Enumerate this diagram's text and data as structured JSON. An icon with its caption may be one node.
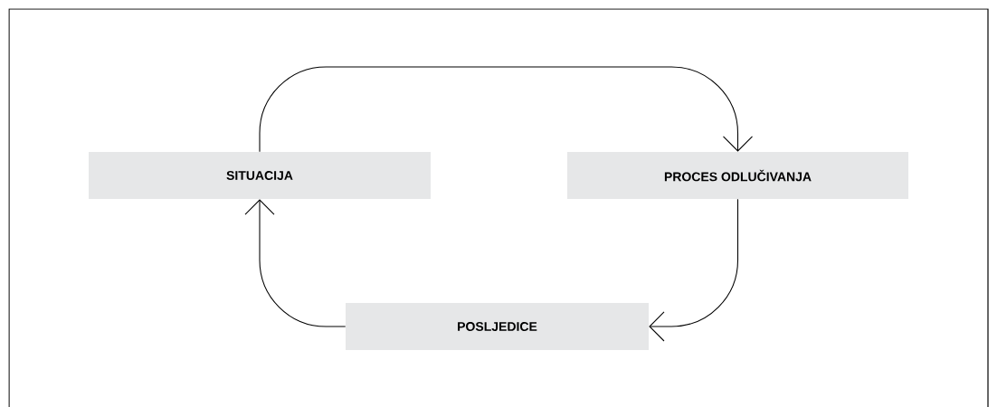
{
  "diagram": {
    "nodes": [
      {
        "text": [
          "SITUACIJA"
        ]
      },
      {
        "text": [
          "PROCES ODLUČIVANJA"
        ]
      },
      {
        "text": [
          "POSLJEDICE"
        ]
      }
    ],
    "edges": [
      {
        "from": 0,
        "to": 1,
        "arrow": "to"
      },
      {
        "from": 1,
        "to": 2,
        "arrow": "to"
      },
      {
        "from": 2,
        "to": 0,
        "arrow": "to"
      }
    ]
  }
}
